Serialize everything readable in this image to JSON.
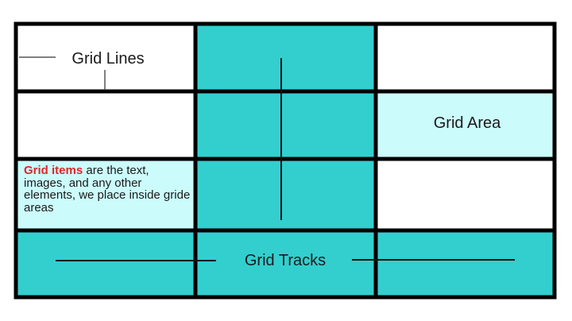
{
  "diagram": {
    "labels": {
      "grid_lines": "Grid Lines",
      "grid_area": "Grid Area",
      "grid_tracks": "Grid Tracks",
      "grid_items_highlight": "Grid items",
      "grid_items_text": " are the text, images, and any other elements, we place inside gride areas"
    },
    "colors": {
      "track_fill": "#33cfcf",
      "area_fill": "#ccfbfc",
      "cell_fill": "#ffffff",
      "grid_line": "#000000",
      "highlight_text": "#e0262b"
    }
  }
}
